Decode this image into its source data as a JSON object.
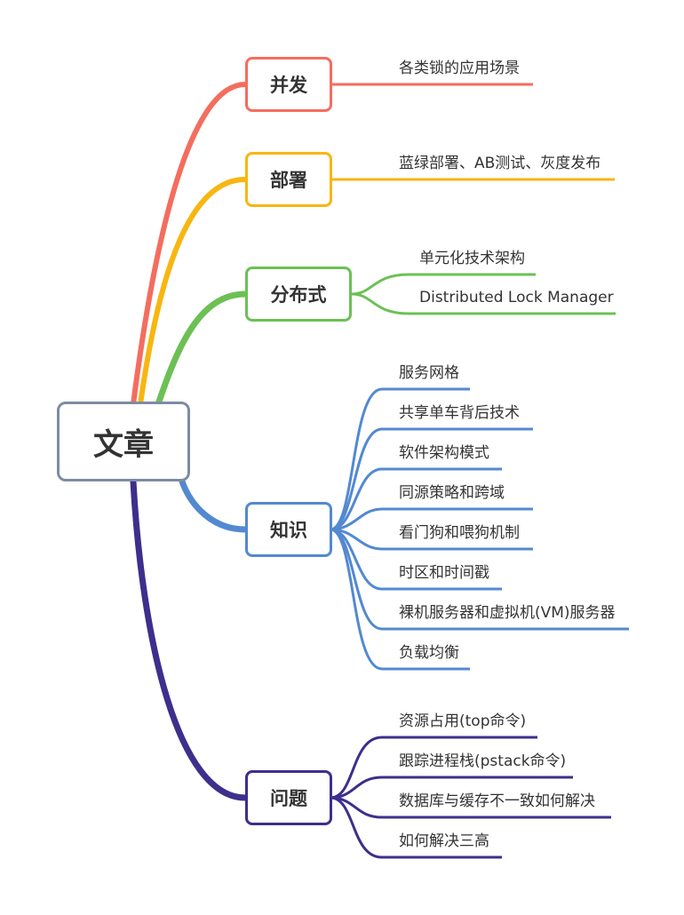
{
  "root": {
    "label": "文章"
  },
  "branches": [
    {
      "id": "concurrency",
      "label": "并发",
      "color": "#f46d5e",
      "leaves": [
        "各类锁的应用场景"
      ]
    },
    {
      "id": "deploy",
      "label": "部署",
      "color": "#f7b611",
      "leaves": [
        "蓝绿部署、AB测试、灰度发布"
      ]
    },
    {
      "id": "distributed",
      "label": "分布式",
      "color": "#6cc055",
      "leaves": [
        "单元化技术架构",
        "Distributed Lock Manager"
      ]
    },
    {
      "id": "knowledge",
      "label": "知识",
      "color": "#5389d0",
      "leaves": [
        "服务网格",
        "共享单车背后技术",
        "软件架构模式",
        "同源策略和跨域",
        "看门狗和喂狗机制",
        "时区和时间戳",
        "裸机服务器和虚拟机(VM)服务器",
        "负载均衡"
      ]
    },
    {
      "id": "problems",
      "label": "问题",
      "color": "#3d2f8c",
      "leaves": [
        "资源占用(top命令)",
        "跟踪进程栈(pstack命令)",
        "数据库与缓存不一致如何解决",
        "如何解决三高"
      ]
    }
  ]
}
